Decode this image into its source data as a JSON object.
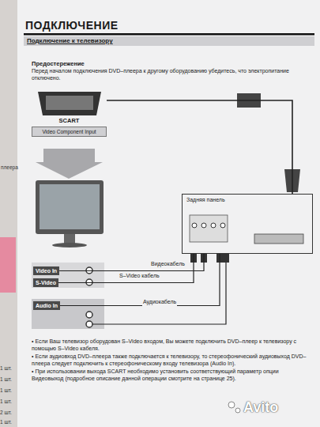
{
  "diagram": {
    "title": "ПОДКЛЮЧЕНИЕ",
    "nodes": [
      {
        "text": [
          "SCART",
          "Video Component Input"
        ]
      },
      {
        "text": [
          "Video In"
        ]
      },
      {
        "text": [
          "S-Video"
        ]
      },
      {
        "text": [
          "Audio In"
        ]
      },
      {
        "text": [
          "Задняя панель"
        ]
      }
    ],
    "edges": [
      {
        "from": 0,
        "to": 4,
        "arrow": "none"
      },
      {
        "from": 4,
        "to": 1,
        "label": "Видеокабель",
        "arrow": "none"
      },
      {
        "from": 4,
        "to": 2,
        "label": "S–Video кабель",
        "arrow": "none"
      },
      {
        "from": 4,
        "to": 3,
        "label": "Аудиокабель",
        "arrow": "none"
      }
    ],
    "labels": [
      "Подключение к телевизору",
      "Предостережение",
      "Перед началом подключения DVD–плеера к другому оборудованию убедитесь, что электропитание отключено.",
      "• Если Ваш телевизор оборудован S–Video входом, Вы можете подключить DVD–плеер к телевизору с помощью S–Video кабеля.",
      "• Если аудиовход DVD–плеера также подключается к телевизору, то стереофонический аудиовыход DVD–плеера следует подключить к стереофоническому входу телевизора (Audio In).",
      "• При использовании выхода SCART необходимо установить соответствующий параметр опции Видеовыход (подробное описание данной операции смотрите на странице 25).",
      "плеера",
      "1 шт.",
      "1 шт.",
      "1 шт.",
      "1 шт.",
      "2 шт.",
      "1 шт.",
      "Avito"
    ]
  }
}
